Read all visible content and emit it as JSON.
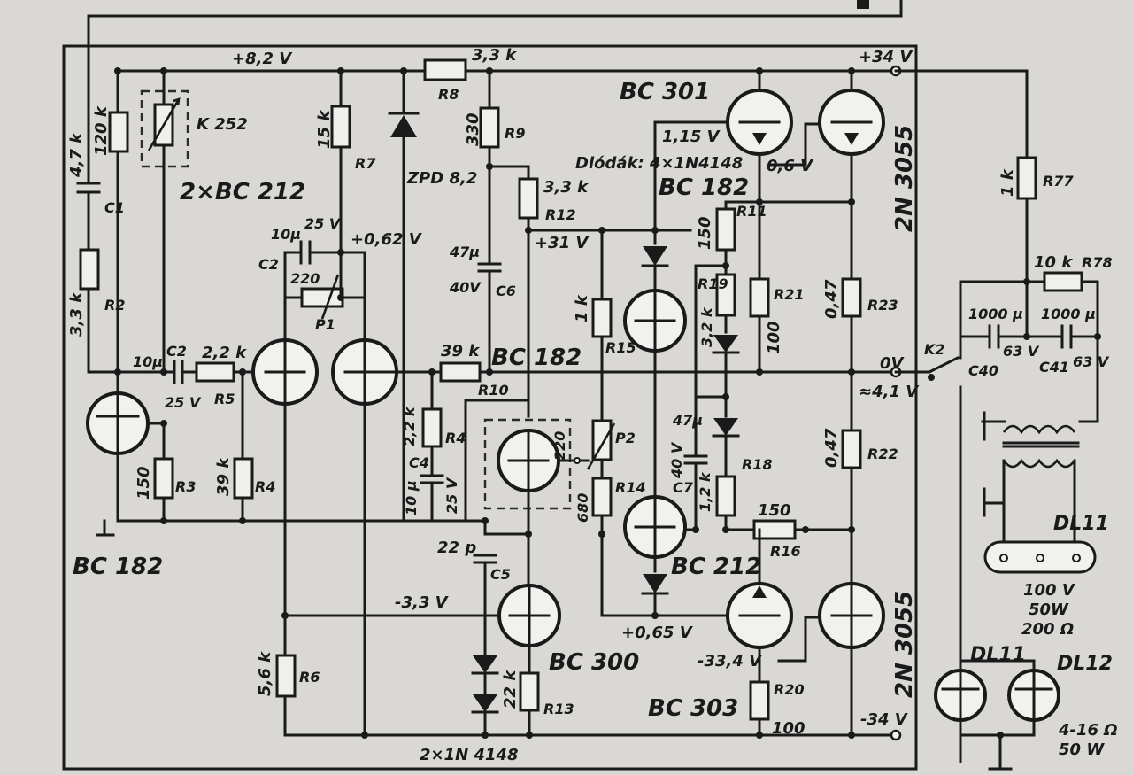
{
  "labels": {
    "plus_8_2v": "+8,2 V",
    "r8_val": "3,3 k",
    "r8": "R8",
    "plus_34v": "+34 V",
    "bc301": "BC 301",
    "n2n3055_top": "2N 3055",
    "n2n3055_bot": "2N 3055",
    "k252": "K 252",
    "r120k": "120 k",
    "c1_val": "4,7 k",
    "c1": "C1",
    "r2_val": "3,3 k",
    "r2": "R2",
    "bc212_pair": "2×BC 212",
    "r7_val": "15 k",
    "r7": "R7",
    "zpd": "ZPD 8,2",
    "r9_val": "330",
    "r9": "R9",
    "v115": "1,15 V",
    "diodes": "Diódák: 4×1N4148",
    "bc182_mid": "BC 182",
    "v06": "0,6 V",
    "r12_val": "3,3 k",
    "r12": "R12",
    "r11_val": "150",
    "r11": "R11",
    "r21": "R21",
    "r21_val": "100",
    "r23_val": "0,47",
    "r23": "R23",
    "r77_val": "1 k",
    "r77": "R77",
    "r78_val": "10 k",
    "r78": "R78",
    "c2top_val": "10µ",
    "c2top_v": "25 V",
    "v062": "+0,62 V",
    "c2top": "C2",
    "p1_val": "220",
    "p1": "P1",
    "c6_val": "47µ",
    "c6_v": "40V",
    "c6": "C6",
    "v31": "+31 V",
    "r15_val": "1 k",
    "r15": "R15",
    "r19": "R19",
    "r19_val": "3,2 k",
    "c40_val": "1000 µ",
    "c40_v": "63 V",
    "c40": "C40",
    "c41_val": "1000 µ",
    "c41_v": "63 V",
    "c41": "C41",
    "k2": "K2",
    "c2_val": "10µ",
    "c2_v": "25 V",
    "c2": "C2",
    "r5_val": "2,2 k",
    "r5": "R5",
    "r10_val": "39 k",
    "r10": "R10",
    "bc182_r10": "BC 182",
    "v0": "0V",
    "v41": "≈4,1 V",
    "r3_val": "150",
    "r3": "R3",
    "r4_val": "39 k",
    "r4": "R4",
    "r4b_val": "2,2 k",
    "r4b": "R4",
    "c4": "C4",
    "c4_val": "10 µ",
    "c4_v": "25 V",
    "p2_val": "220",
    "p2": "P2",
    "r14_val": "680",
    "r14": "R14",
    "c7_val": "47µ",
    "c7_v": "40 V",
    "c7": "C7",
    "r18_val": "1,2 k",
    "r18": "R18",
    "r22_val": "0,47",
    "r22": "R22",
    "bc182_left": "BC 182",
    "r16_val": "150",
    "r16": "R16",
    "bc212_right": "BC 212",
    "c5_val": "22 p",
    "c5": "C5",
    "v33": "-3,3 V",
    "v065": "+0,65 V",
    "dl11_top": "DL11",
    "dl_spec1": "100 V",
    "dl_spec2": "50W",
    "dl_spec3": "200 Ω",
    "bc300": "BC 300",
    "v334": "-33,4 V",
    "r20": "R20",
    "r20_val": "100",
    "r6_val": "5,6 k",
    "r6": "R6",
    "r13_val": "22 k",
    "r13": "R13",
    "bc303": "BC 303",
    "minus_34v": "-34 V",
    "dl11": "DL11",
    "dl12": "DL12",
    "spk_imp": "4-16 Ω",
    "spk_pow": "50 W",
    "diodes_bottom": "2×1N 4148"
  }
}
